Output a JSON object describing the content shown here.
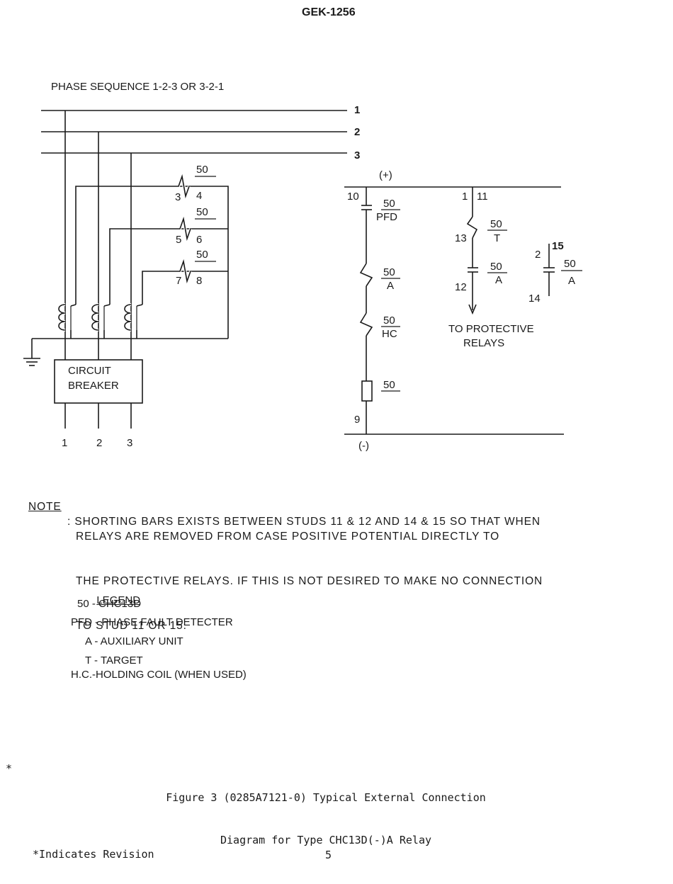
{
  "header": {
    "doc_number": "GEK-1256"
  },
  "diagram": {
    "phase_title": "PHASE SEQUENCE 1-2-3 OR 3-2-1",
    "bus_labels": [
      "1",
      "2",
      "3"
    ],
    "relay_50": "50",
    "relay_stud_pairs": [
      "3",
      "4",
      "5",
      "6",
      "7",
      "8"
    ],
    "breaker_line1": "CIRCUIT",
    "breaker_line2": "BREAKER",
    "breaker_terminals": [
      "1",
      "2",
      "3"
    ],
    "plus": "(+)",
    "minus": "(-)",
    "stud_10": "10",
    "stud_9": "9",
    "stud_1": "1",
    "stud_11": "11",
    "stud_13": "13",
    "stud_12": "12",
    "stud_2": "2",
    "stud_15": "15",
    "stud_14": "14",
    "pfd": "PFD",
    "a": "A",
    "t": "T",
    "hc": "HC",
    "to_protective_1": "TO PROTECTIVE",
    "to_protective_2": "RELAYS"
  },
  "note": {
    "label": "NOTE",
    "lines": [
      ": SHORTING BARS EXISTS BETWEEN STUDS 11 & 12 AND 14 & 15 SO THAT WHEN",
      "RELAYS ARE REMOVED FROM CASE POSITIVE POTENTIAL DIRECTLY TO",
      "THE PROTECTIVE RELAYS. IF THIS IS NOT DESIRED TO MAKE NO CONNECTION",
      "TO STUD 11 OR 15."
    ]
  },
  "legend": {
    "title": "LEGEND",
    "items": [
      "50 - CHC13D",
      "PFD - PHASE FAULT DETECTER",
      "A - AUXILIARY UNIT",
      "T - TARGET",
      "H.C.-HOLDING COIL (WHEN USED)"
    ]
  },
  "caption": {
    "marker": "*",
    "line1": "Figure 3 (0285A7121-0) Typical External Connection",
    "line2": "Diagram for Type CHC13D(-)A Relay"
  },
  "footer": {
    "revision_note": "*Indicates Revision",
    "page_number": "5"
  }
}
